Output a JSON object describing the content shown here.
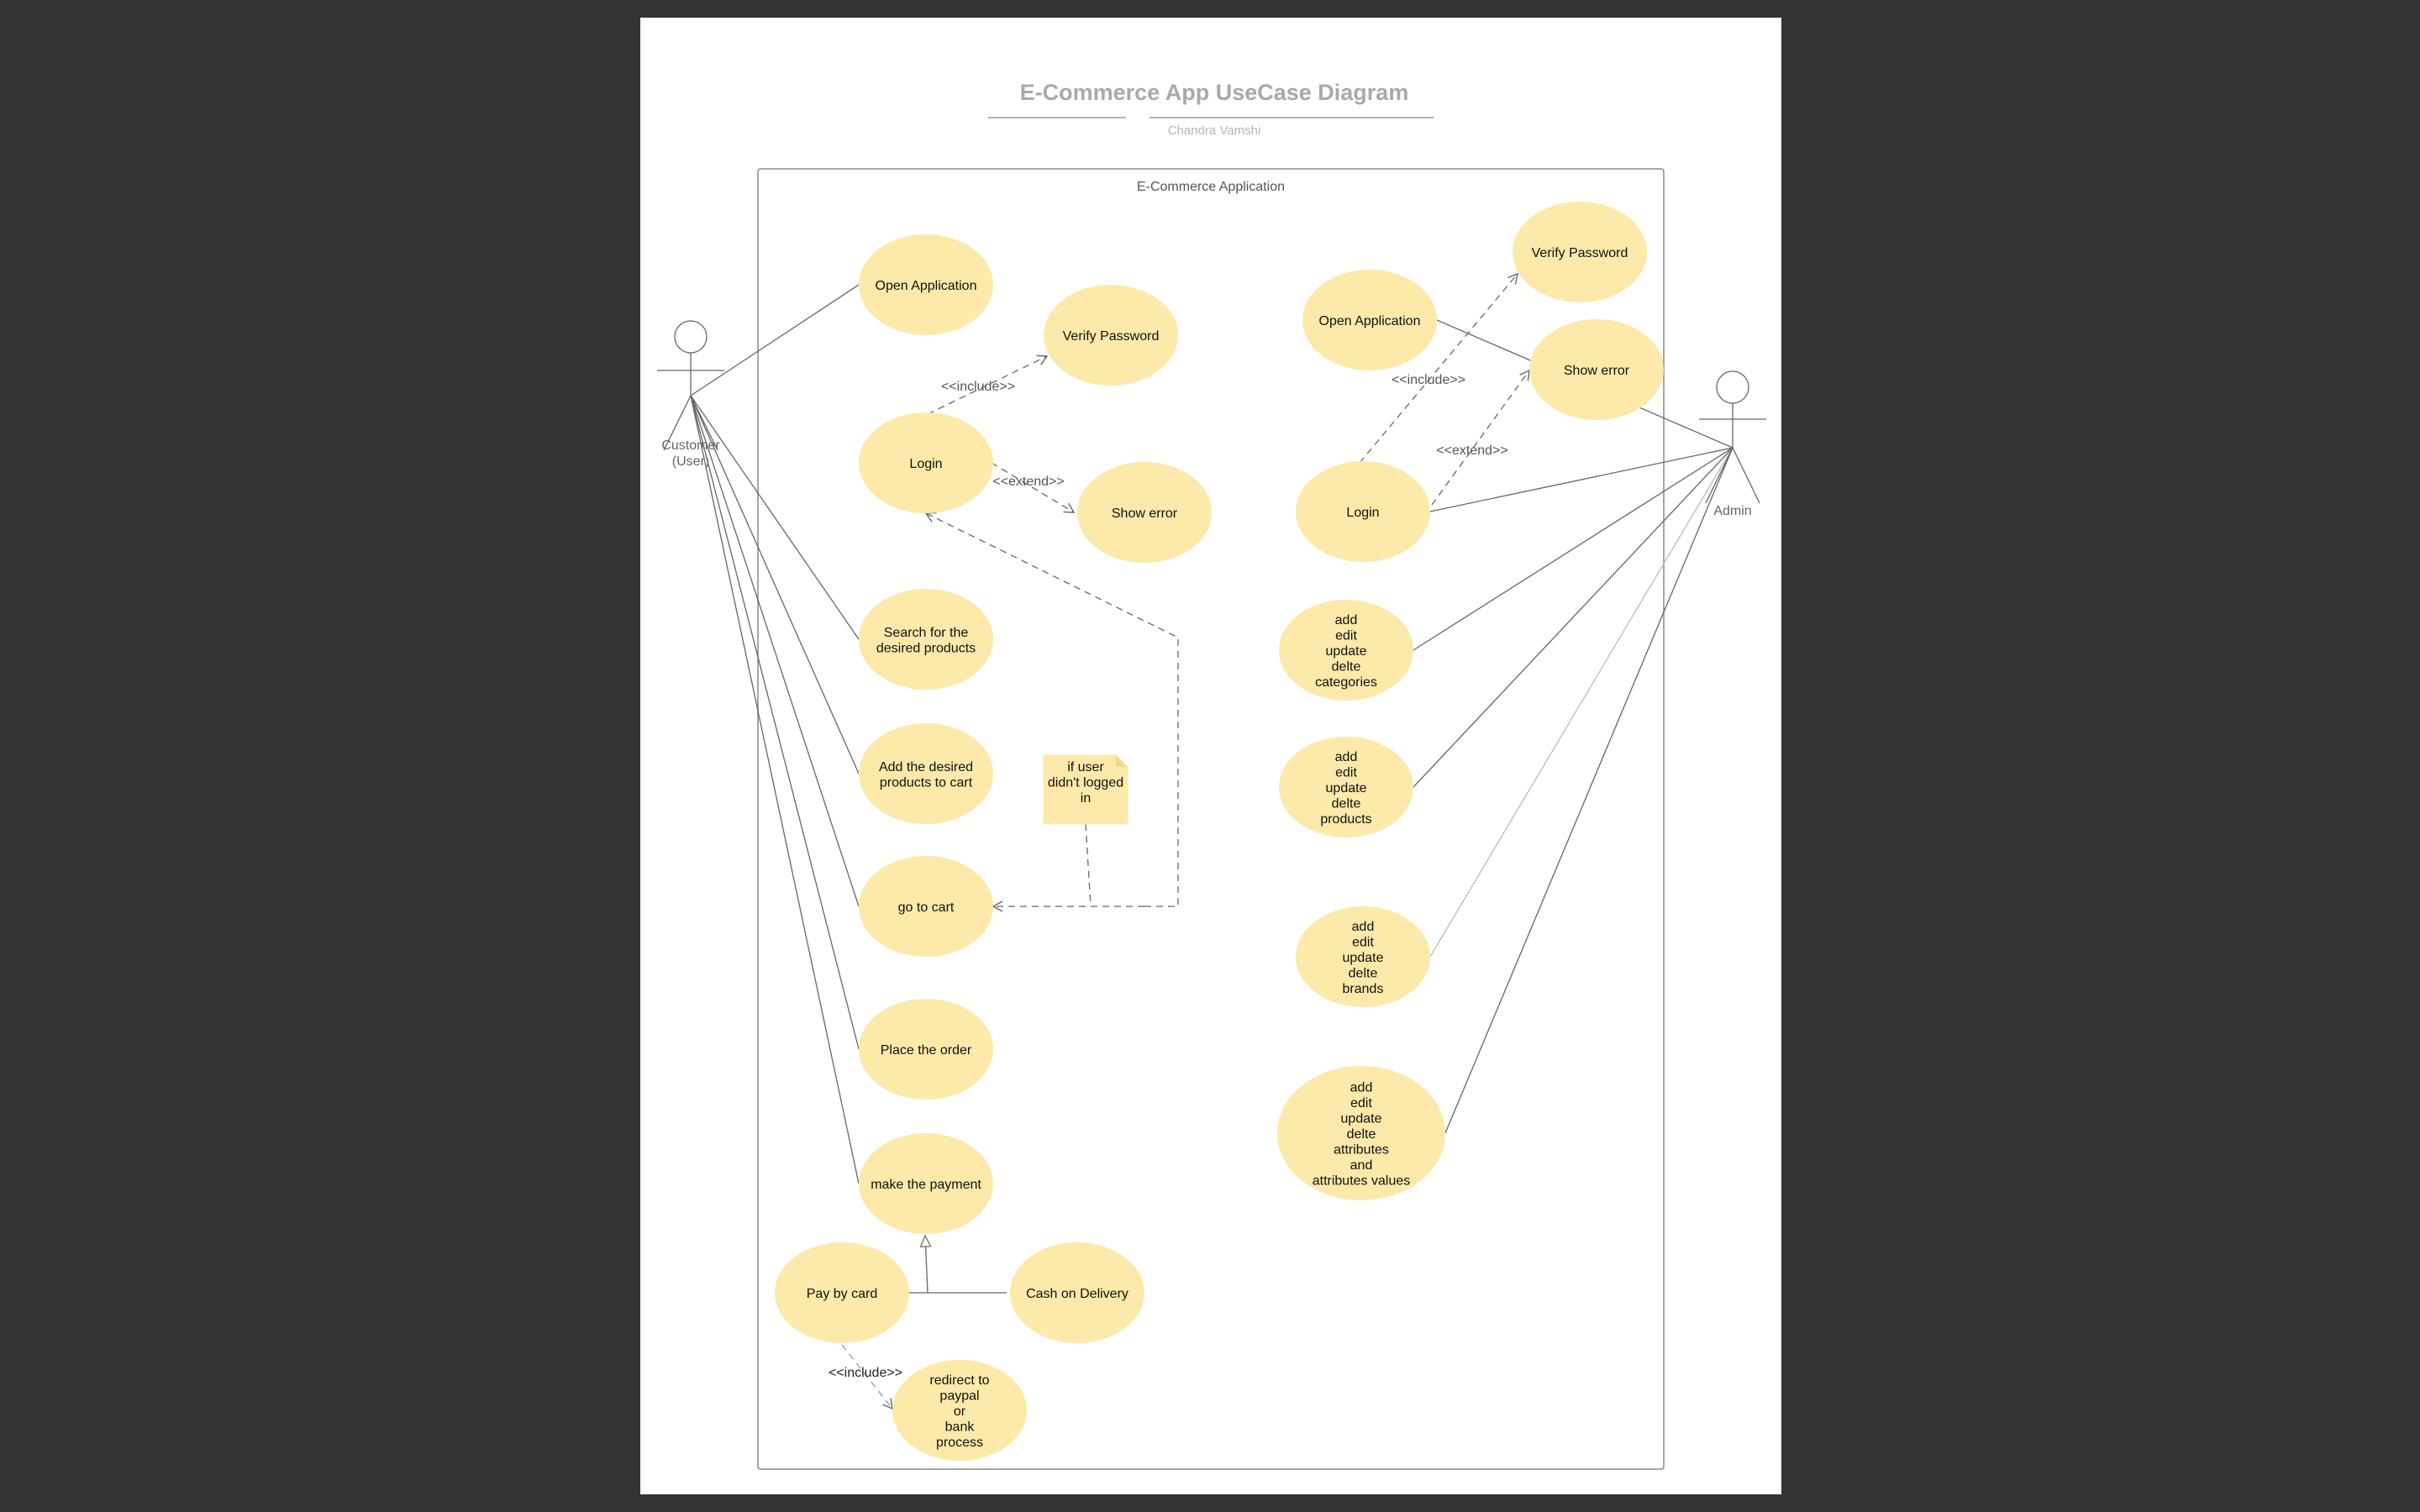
{
  "title": "E-Commerce App UseCase Diagram",
  "subtitle": "Chandra Vamshi",
  "system_boundary": "E-Commerce Application",
  "colors": {
    "usecase_fill": "#fde9a9",
    "note_fill": "#fde9a9",
    "line": "#666666",
    "background": "#333333",
    "page": "#ffffff"
  },
  "actors": {
    "customer": [
      "Customer",
      "(User)"
    ],
    "admin": [
      "Admin"
    ]
  },
  "usecases": {
    "c_open": [
      "Open Application"
    ],
    "c_verify": [
      "Verify Password"
    ],
    "c_login": [
      "Login"
    ],
    "c_error": [
      "Show error"
    ],
    "c_search": [
      "Search for the",
      "desired products"
    ],
    "c_addcart": [
      "Add the desired",
      "products to cart"
    ],
    "c_gocart": [
      "go to cart"
    ],
    "c_order": [
      "Place the order"
    ],
    "c_pay": [
      "make the payment"
    ],
    "c_card": [
      "Pay by card"
    ],
    "c_cod": [
      "Cash on Delivery"
    ],
    "c_redirect": [
      "redirect to",
      "paypal",
      "or",
      "bank",
      "process"
    ],
    "a_verify": [
      "Verify Password"
    ],
    "a_open": [
      "Open Application"
    ],
    "a_error": [
      "Show error"
    ],
    "a_login": [
      "Login"
    ],
    "a_cat": [
      "add",
      "edit",
      "update",
      "delte",
      "categories"
    ],
    "a_prod": [
      "add",
      "edit",
      "update",
      "delte",
      "products"
    ],
    "a_brand": [
      "add",
      "edit",
      "update",
      "delte",
      "brands"
    ],
    "a_attr": [
      "add",
      "edit",
      "update",
      "delte",
      "attributes",
      "and",
      "attributes values"
    ]
  },
  "note": [
    "if user",
    "didn't logged",
    "in"
  ],
  "relation_labels": {
    "include": "<<include>>",
    "extend": "<<extend>>"
  }
}
